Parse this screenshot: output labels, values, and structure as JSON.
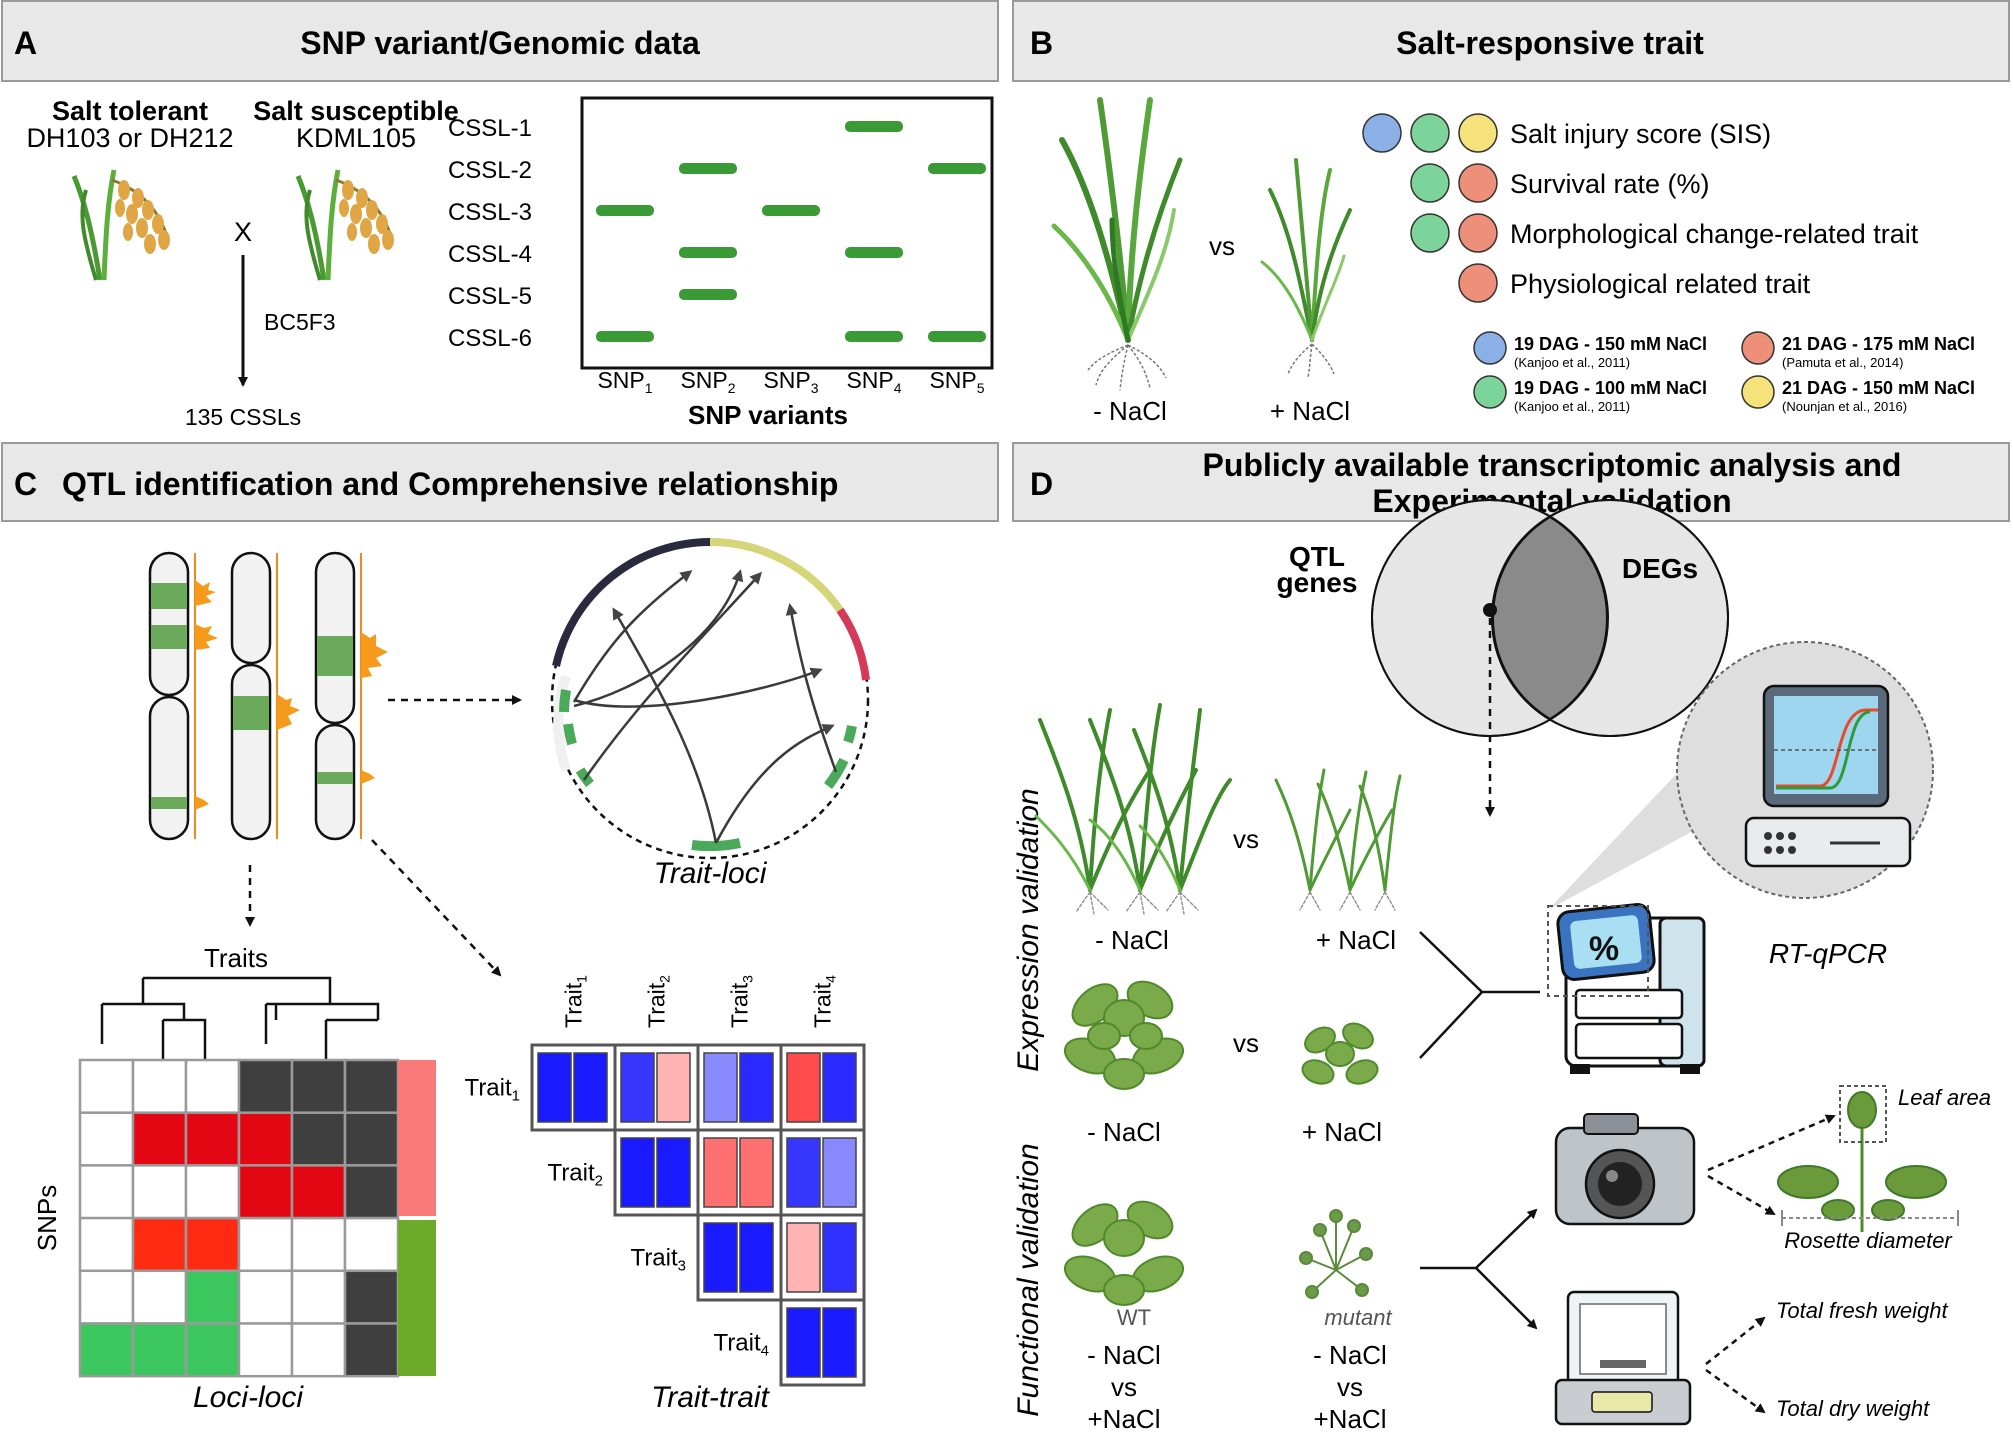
{
  "panelA": {
    "letter": "A",
    "title": "SNP variant/Genomic data",
    "parent1_title": "Salt tolerant",
    "parent1_name": "DH103 or DH212",
    "parent2_title": "Salt susceptible",
    "parent2_name": "KDML105",
    "cross": "X",
    "generation": "BC5F3",
    "population": "135 CSSLs",
    "cssl_rows": [
      "CSSL-1",
      "CSSL-2",
      "CSSL-3",
      "CSSL-4",
      "CSSL-5",
      "CSSL-6"
    ],
    "snp_cols": [
      {
        "base": "SNP",
        "sub": "1"
      },
      {
        "base": "SNP",
        "sub": "2"
      },
      {
        "base": "SNP",
        "sub": "3"
      },
      {
        "base": "SNP",
        "sub": "4"
      },
      {
        "base": "SNP",
        "sub": "5"
      }
    ],
    "snp_matrix": [
      [
        0,
        0,
        0,
        1,
        0
      ],
      [
        0,
        1,
        0,
        0,
        1
      ],
      [
        1,
        0,
        1,
        0,
        0
      ],
      [
        0,
        1,
        0,
        1,
        0
      ],
      [
        0,
        1,
        0,
        0,
        0
      ],
      [
        1,
        0,
        0,
        1,
        1
      ]
    ],
    "snp_axis_label": "SNP variants",
    "bar_color": "#3a9a35"
  },
  "panelB": {
    "letter": "B",
    "title": "Salt-responsive trait",
    "vs": "vs",
    "control_label": "- NaCl",
    "treat_label": "+ NaCl",
    "traits": [
      {
        "label": "Salt injury score (SIS)",
        "dots": [
          "#8ab0e6",
          "#7dd49a",
          "#f6e27a"
        ]
      },
      {
        "label": "Survival rate (%)",
        "dots": [
          "#7dd49a",
          "#ee8f7a"
        ]
      },
      {
        "label": "Morphological change-related trait",
        "dots": [
          "#7dd49a",
          "#ee8f7a"
        ]
      },
      {
        "label": "Physiological related trait",
        "dots": [
          "#ee8f7a"
        ]
      }
    ],
    "conditions": [
      {
        "color": "#8ab0e6",
        "label": "19 DAG - 150 mM NaCl",
        "ref": "(Kanjoo et al., 2011)"
      },
      {
        "color": "#ee8f7a",
        "label": "21 DAG - 175 mM NaCl",
        "ref": "(Pamuta et al., 2014)"
      },
      {
        "color": "#7dd49a",
        "label": "19 DAG - 100 mM NaCl",
        "ref": "(Kanjoo et al., 2011)"
      },
      {
        "color": "#f6e27a",
        "label": "21 DAG - 150 mM NaCl",
        "ref": "(Nounjan et al., 2016)"
      }
    ]
  },
  "panelC": {
    "letter": "C",
    "title": "QTL identification and Comprehensive relationship",
    "circos_label": "Trait-loci",
    "heatmap_title": "Traits",
    "heatmap_ylabel": "SNPs",
    "heatmap_label": "Loci-loci",
    "heatmap_colors": [
      [
        "#ffffff",
        "#ffffff",
        "#ffffff",
        "#3f3f3f",
        "#3f3f3f",
        "#3f3f3f"
      ],
      [
        "#ffffff",
        "#e30613",
        "#e30613",
        "#e30613",
        "#3f3f3f",
        "#3f3f3f"
      ],
      [
        "#ffffff",
        "#ffffff",
        "#ffffff",
        "#e30613",
        "#e30613",
        "#3f3f3f"
      ],
      [
        "#ffffff",
        "#ff2a12",
        "#ff2a12",
        "#ffffff",
        "#ffffff",
        "#ffffff"
      ],
      [
        "#ffffff",
        "#ffffff",
        "#3cc65e",
        "#ffffff",
        "#ffffff",
        "#3f3f3f"
      ],
      [
        "#3cc65e",
        "#3cc65e",
        "#3cc65e",
        "#ffffff",
        "#ffffff",
        "#3f3f3f"
      ]
    ],
    "trait_matrix_label": "Trait-trait",
    "trait_labels": [
      {
        "base": "Trait",
        "sub": "1"
      },
      {
        "base": "Trait",
        "sub": "2"
      },
      {
        "base": "Trait",
        "sub": "3"
      },
      {
        "base": "Trait",
        "sub": "4"
      }
    ],
    "trait_matrix": [
      [
        [
          "#1a1aff",
          "#1a1aff"
        ],
        [
          "#3636ff",
          "#ffb3b3"
        ],
        [
          "#8a8aff",
          "#2a2aff"
        ],
        [
          "#ff4b4b",
          "#2a2aff"
        ]
      ],
      [
        null,
        [
          "#1a1aff",
          "#1a1aff"
        ],
        [
          "#ff7070",
          "#ff7070"
        ],
        [
          "#3636ff",
          "#8888ff"
        ]
      ],
      [
        null,
        null,
        [
          "#1a1aff",
          "#1a1aff"
        ],
        [
          "#ffb3b3",
          "#3030ff"
        ]
      ],
      [
        null,
        null,
        null,
        [
          "#1a1aff",
          "#1a1aff"
        ]
      ]
    ]
  },
  "panelD": {
    "letter": "D",
    "title_line1": "Publicly available transcriptomic analysis and",
    "title_line2": "Experimental validation",
    "venn_left_line1": "QTL",
    "venn_left_line2": "genes",
    "venn_right": "DEGs",
    "expression_label": "Expression validation",
    "functional_label": "Functional validation",
    "vs": "vs",
    "rice_control": "- NaCl",
    "rice_treat": "+ NaCl",
    "arab_control": "- NaCl",
    "arab_treat": "+ NaCl",
    "wt_label": "WT",
    "mutant_label": "mutant",
    "wt_cond_1": "- NaCl",
    "wt_cond_2": "vs",
    "wt_cond_3": "+NaCl",
    "mut_cond_1": "- NaCl",
    "mut_cond_2": "vs",
    "mut_cond_3": "+NaCl",
    "qpcr_label": "RT-qPCR",
    "qpcr_screen": "%",
    "leaf_area": "Leaf area",
    "rosette_diameter": "Rosette diameter",
    "fresh_weight": "Total fresh weight",
    "dry_weight": "Total dry weight"
  }
}
